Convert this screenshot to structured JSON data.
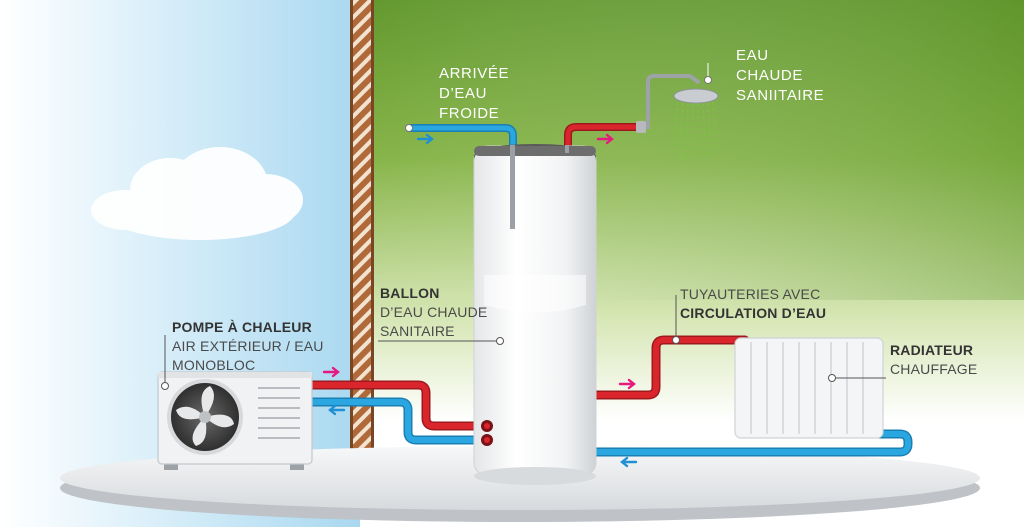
{
  "labels": {
    "cold_water_inlet": {
      "line1": "ARRIVÉE",
      "line2": "D’EAU",
      "line3": "FROIDE"
    },
    "hot_water": {
      "line1": "EAU",
      "line2": "CHAUDE",
      "line3": "SANIITAIRE"
    },
    "tank": {
      "line1": "BALLON",
      "line2": "D’EAU CHAUDE",
      "line3": "SANITAIRE"
    },
    "pipes": {
      "line1": "TUYAUTERIES AVEC",
      "line2": "CIRCULATION D’EAU"
    },
    "heat_pump": {
      "line1": "POMPE À CHALEUR",
      "line2": "AIR EXTÉRIEUR / EAU",
      "line3": "MONOBLOC"
    },
    "radiator": {
      "line1": "RADIATEUR",
      "line2": "CHAUFFAGE"
    }
  },
  "colors": {
    "hot_pipe": "#d9252b",
    "cold_pipe": "#2aa7e0",
    "hot_arrow": "#e6197e",
    "cold_arrow": "#1f8fd6",
    "interior_green": "#6fa637",
    "sky_blue": "#bfe3f5"
  },
  "icons": {
    "heat_pump": "fan-unit-icon",
    "shower": "shower-head-icon",
    "radiator": "radiator-icon",
    "cloud": "cloud-icon"
  }
}
